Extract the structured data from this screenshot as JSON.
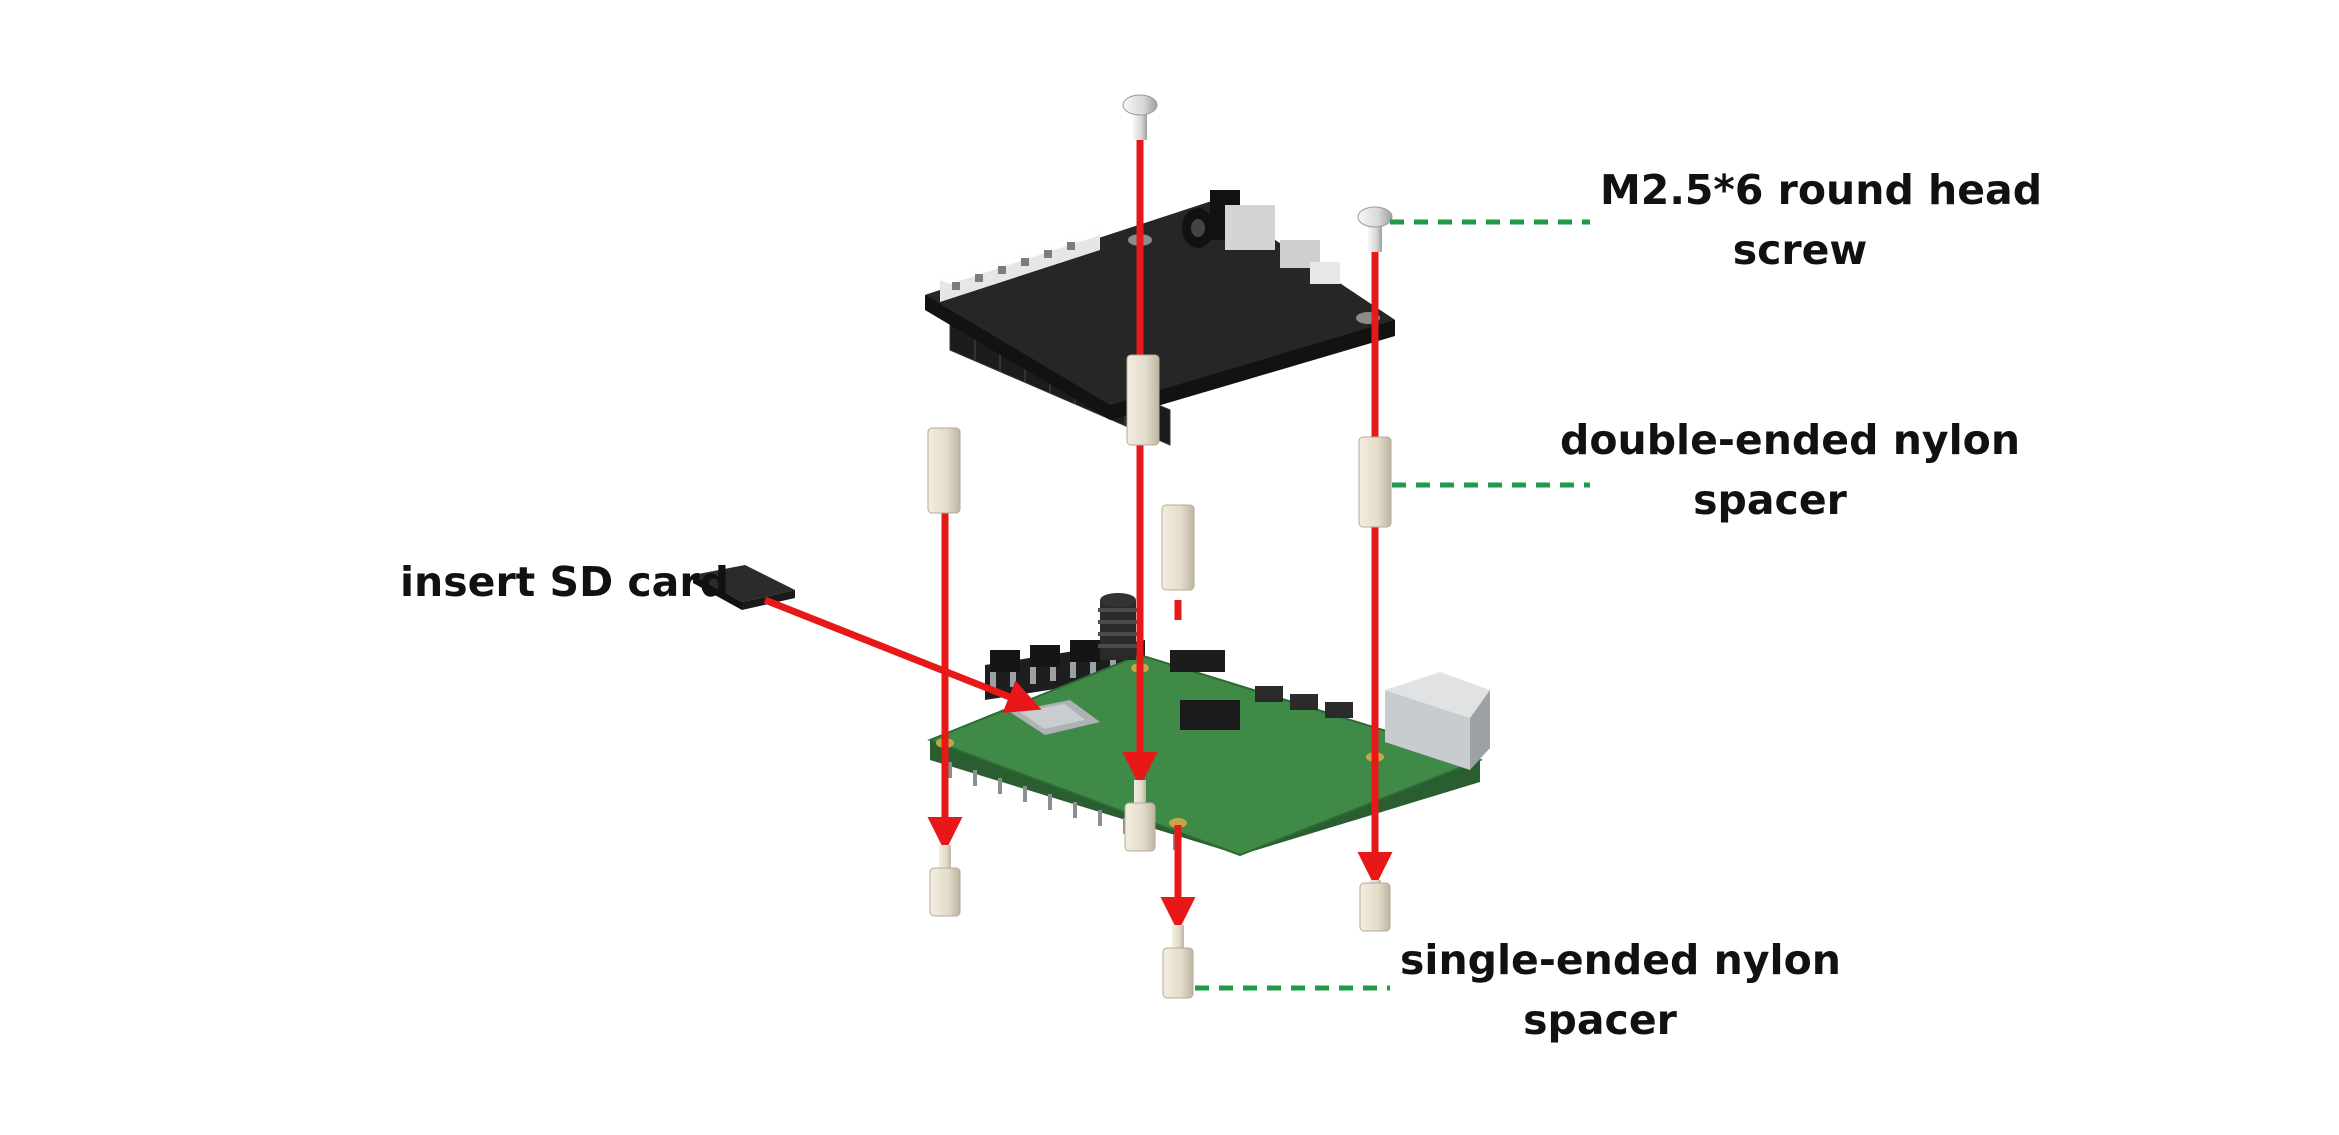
{
  "labels": {
    "screw": {
      "line1": "M2.5*6 round head",
      "line2": "screw"
    },
    "double_spacer": {
      "line1": "double-ended nylon",
      "line2": "spacer"
    },
    "sd_card": {
      "text": "insert SD card"
    },
    "single_spacer": {
      "line1": "single-ended nylon",
      "line2": "spacer"
    }
  },
  "colors": {
    "arrow": "#e81818",
    "leader": "#1f9a4a",
    "top_board": "#262626",
    "bottom_board": "#3f8a47",
    "spacer": "#e3dccb",
    "text": "#111111"
  },
  "icons": [
    "round-head-screw-icon",
    "nylon-spacer-icon",
    "sd-card-icon",
    "pcb-board-icon"
  ]
}
